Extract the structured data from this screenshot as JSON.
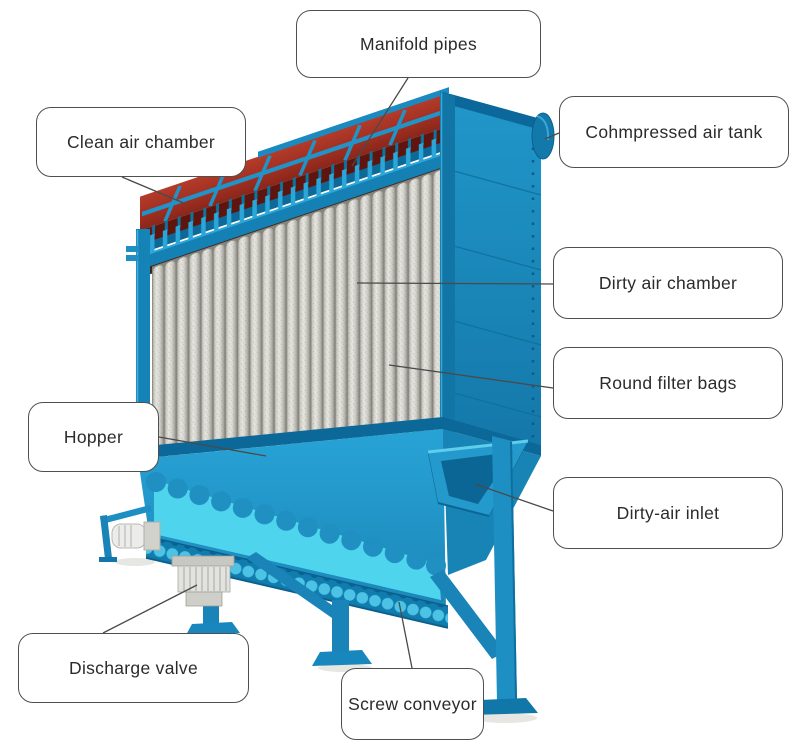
{
  "diagram": {
    "subject": "Baghouse dust collector cutaway illustration"
  },
  "labels": {
    "manifold_pipes": "Manifold pipes",
    "clean_air_chamber": "Clean air chamber",
    "compressed_air_tank": "Cohmpressed air tank",
    "dirty_air_chamber": "Dirty air chamber",
    "round_filter_bags": "Round filter bags",
    "hopper": "Hopper",
    "dirty_air_inlet": "Dirty-air inlet",
    "discharge_valve": "Discharge valve",
    "screw_conveyor": "Screw conveyor"
  },
  "colors": {
    "machine_blue": "#1787bd",
    "machine_blue_dark": "#0c689a",
    "machine_blue_light": "#45b6e0",
    "teal_highlight": "#4fd4ee",
    "roof_red": "#a83325",
    "roof_maroon": "#5e150e",
    "filter_bag_grey": "#d9d8d3",
    "callout_border": "#4f4f4f",
    "leader_line": "#4a4a4a",
    "text": "#2b2b2b",
    "background": "#ffffff"
  }
}
